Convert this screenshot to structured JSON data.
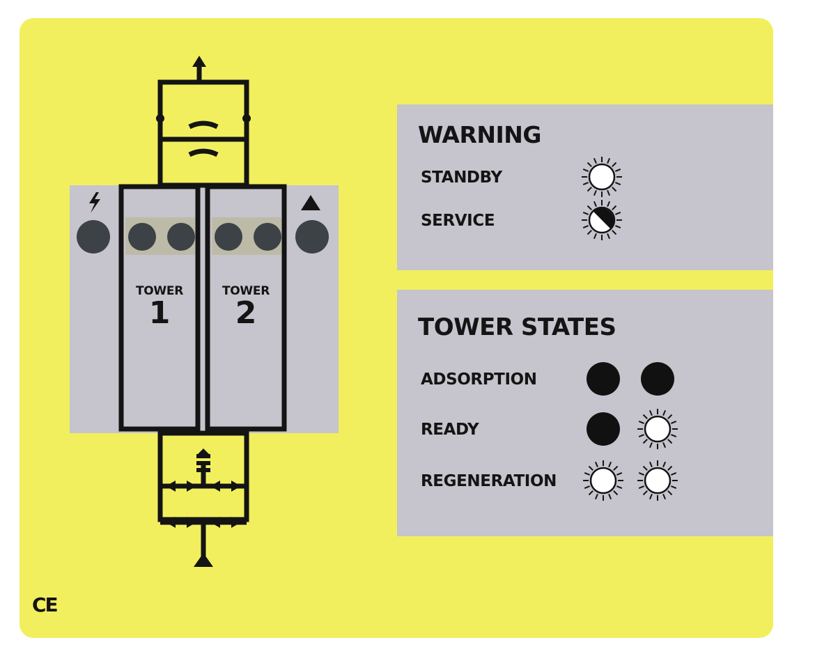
{
  "towers": [
    {
      "word": "TOWER",
      "number": "1"
    },
    {
      "word": "TOWER",
      "number": "2"
    }
  ],
  "warning": {
    "title": "WARNING",
    "rows": [
      {
        "label": "STANDBY",
        "leds": [
          "on"
        ]
      },
      {
        "label": "SERVICE",
        "leds": [
          "half"
        ]
      }
    ]
  },
  "tower_states": {
    "title": "TOWER STATES",
    "rows": [
      {
        "label": "ADSORPTION",
        "leds": [
          "off",
          "off"
        ]
      },
      {
        "label": "READY",
        "leds": [
          "off",
          "on"
        ]
      },
      {
        "label": "REGENERATION",
        "leds": [
          "on",
          "on"
        ]
      }
    ]
  },
  "marks": {
    "ce": "CE"
  },
  "icons": {
    "power": "lightning-bolt-icon",
    "alarm": "triangle-icon",
    "led_on": "led-lit-icon",
    "led_off": "led-dark-icon",
    "led_half": "led-half-icon"
  },
  "colors": {
    "panel": "#f2ef5e",
    "grey": "#c6c4cc",
    "ink": "#141414",
    "led_dark": "#111111",
    "led_lit": "#ffffff"
  }
}
